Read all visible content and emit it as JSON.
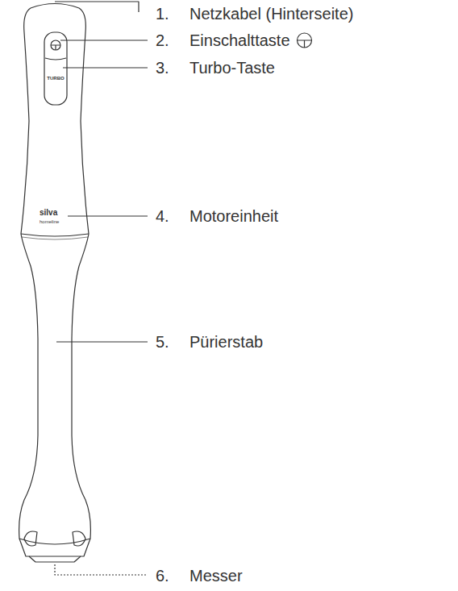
{
  "diagram": {
    "labels": [
      "1.",
      "Netzkabel (Hinterseite)",
      "2.",
      "Einschalttaste",
      "3.",
      "Turbo-Taste",
      "TURBO",
      "4.",
      "Motoreinheit",
      "silva",
      "homeline",
      "5.",
      "Pürierstab",
      "6.",
      "Messer"
    ]
  }
}
